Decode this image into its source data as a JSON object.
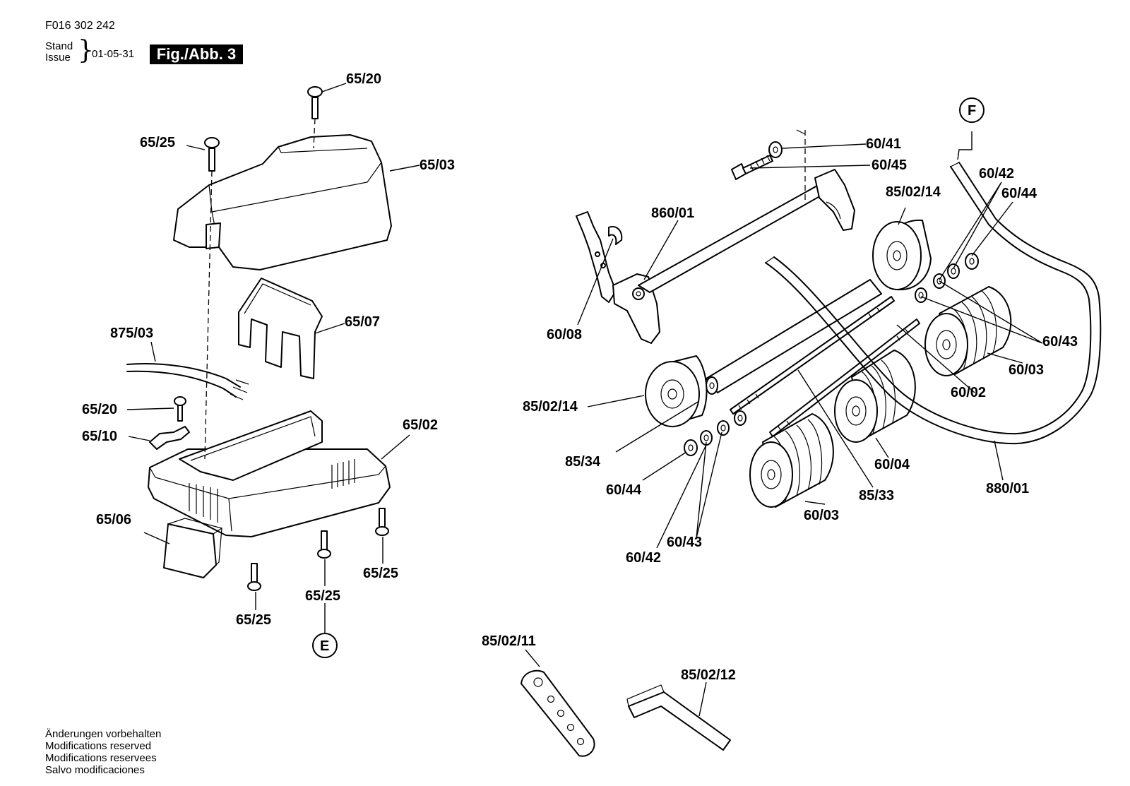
{
  "header": {
    "part_number": "F016 302 242",
    "stand_label": "Stand",
    "issue_label": "Issue",
    "date": "01-05-31",
    "figure": "Fig./Abb. 3"
  },
  "footer": {
    "lines": [
      "Änderungen vorbehalten",
      "Modifications reserved",
      "Modifications reservees",
      "Salvo modificaciones"
    ]
  },
  "labels": {
    "l_65_20_top": "65/20",
    "l_65_25_top": "65/25",
    "l_65_03": "65/03",
    "l_65_07": "65/07",
    "l_875_03": "875/03",
    "l_65_20_mid": "65/20",
    "l_65_10": "65/10",
    "l_65_02": "65/02",
    "l_65_06": "65/06",
    "l_65_25_b1": "65/25",
    "l_65_25_b2": "65/25",
    "l_65_25_b3": "65/25",
    "l_E": "E",
    "l_F": "F",
    "l_60_41": "60/41",
    "l_60_45": "60/45",
    "l_860_01": "860/01",
    "l_85_02_14_a": "85/02/14",
    "l_60_42_a": "60/42",
    "l_60_44_a": "60/44",
    "l_60_08": "60/08",
    "l_60_43_a": "60/43",
    "l_60_03_a": "60/03",
    "l_60_02": "60/02",
    "l_85_02_14_b": "85/02/14",
    "l_85_34": "85/34",
    "l_60_44_b": "60/44",
    "l_60_04": "60/04",
    "l_880_01": "880/01",
    "l_85_33": "85/33",
    "l_60_03_b": "60/03",
    "l_60_43_b": "60/43",
    "l_60_42_b": "60/42",
    "l_85_02_11": "85/02/11",
    "l_85_02_12": "85/02/12"
  }
}
